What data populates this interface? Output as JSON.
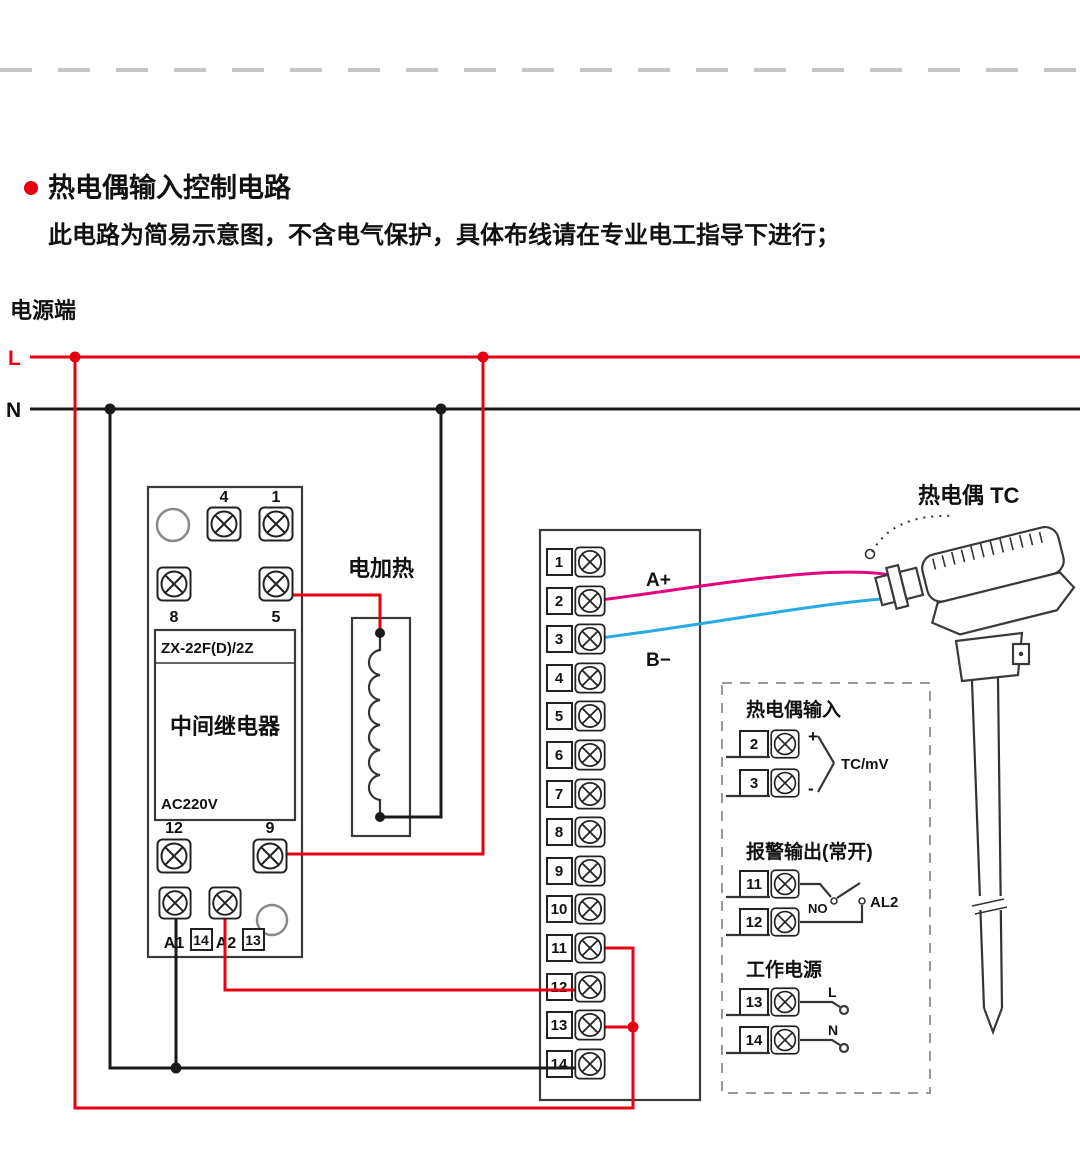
{
  "header": {
    "title": "热电偶输入控制电路",
    "subtitle": "此电路为简易示意图，不含电气保护，具体布线请在专业电工指导下进行；"
  },
  "power": {
    "label": "电源端",
    "live": "L",
    "neutral": "N"
  },
  "relay": {
    "model": "ZX-22F(D)/2Z",
    "name": "中间继电器",
    "voltage": "AC220V",
    "terminals": {
      "top_left": "4",
      "top_right": "1",
      "mid_left": "8",
      "mid_right": "5",
      "bot_left": "12",
      "bot_right": "9",
      "a1": "A1",
      "n14": "14",
      "a2": "A2",
      "n13": "13"
    }
  },
  "heater": {
    "label": "电加热"
  },
  "controller": {
    "terminals": [
      "1",
      "2",
      "3",
      "4",
      "5",
      "6",
      "7",
      "8",
      "9",
      "10",
      "11",
      "12",
      "13",
      "14"
    ],
    "a_plus": "A+",
    "b_minus": "B−"
  },
  "thermocouple": {
    "label": "热电偶 TC"
  },
  "info_panel": {
    "tc_input": {
      "title": "热电偶输入",
      "t2": "2",
      "t3": "3",
      "plus": "+",
      "minus": "-",
      "signal": "TC/mV"
    },
    "alarm": {
      "title": "报警输出(常开)",
      "t11": "11",
      "t12": "12",
      "contact": "NO",
      "output": "AL2"
    },
    "supply": {
      "title": "工作电源",
      "t13": "13",
      "t14": "14",
      "live": "L",
      "neutral": "N"
    }
  },
  "colors": {
    "accent": "#e60012",
    "live": "#e60012",
    "neutral": "#1a1a1a",
    "tc_plus": "#e4007f",
    "tc_minus": "#29abe2"
  }
}
